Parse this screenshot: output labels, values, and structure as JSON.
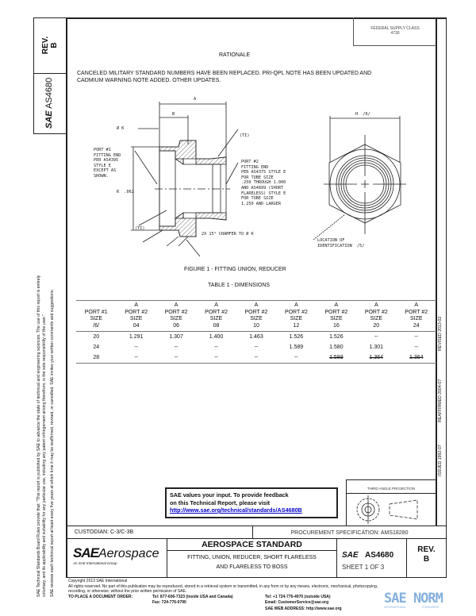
{
  "side_tab": {
    "rev_label": "REV.",
    "rev_value": "B",
    "logo": "SAE",
    "doc_number": "AS4680"
  },
  "supply_class": {
    "label": "FEDERAL SUPPLY CLASS",
    "value": "4730"
  },
  "rationale": {
    "heading": "RATIONALE",
    "text_line1": "CANCELED MILITARY STANDARD NUMBERS HAVE BEEN REPLACED.  PRI-QPL NOTE HAS BEEN UPDATED AND",
    "text_line2": "CADMIUM WARNING NOTE ADDED.  OTHER UPDATES."
  },
  "figure": {
    "caption": "FIGURE 1 - FITTING UNION, REDUCER",
    "dim_a": "A",
    "dim_b": "B",
    "dim_h": "H  /6/",
    "dia_k": "Ø K",
    "r_label": "R  .062",
    "ti_label_1": "(TI)",
    "ti_label_2": "(TI)",
    "port1_note": "PORT #1\nFITTING END\nPER AS4395\nSTYLE E\nEXCEPT AS\nSHOWN.",
    "port2_note": "PORT #2\nFITTING END\nPER AS4375 STYLE E\nFOR TUBE SIZE\n.250 THROUGH 1.000\nAND AS4899 (SHORT\nFLARELESS) STYLE E\nFOR TUBE SIZE\n1.250 AND LARGER",
    "chamfer_note": "2X 15° CHAMFER TO Ø K",
    "id_note": "LOCATION OF\nIDENTIFICATION  /5/"
  },
  "table": {
    "title": "TABLE 1 - DIMENSIONS",
    "headers": [
      [
        "",
        "PORT #1",
        "SIZE",
        "/6/"
      ],
      [
        "A",
        "PORT #2",
        "SIZE",
        "04"
      ],
      [
        "A",
        "PORT #2",
        "SIZE",
        "06"
      ],
      [
        "A",
        "PORT #2",
        "SIZE",
        "08"
      ],
      [
        "A",
        "PORT #2",
        "SIZE",
        "10"
      ],
      [
        "A",
        "PORT #2",
        "SIZE",
        "12"
      ],
      [
        "A",
        "PORT #2",
        "SIZE",
        "16"
      ],
      [
        "A",
        "PORT #2",
        "SIZE",
        "20"
      ],
      [
        "A",
        "PORT #2",
        "SIZE",
        "24"
      ]
    ],
    "rows": [
      [
        "20",
        "1.291",
        "1.307",
        "1.400",
        "1.463",
        "1.526",
        "1.526",
        "--",
        "--"
      ],
      [
        "24",
        "--",
        "--",
        "--",
        "--",
        "1.589",
        "1.580",
        "1.301",
        "--"
      ],
      [
        "28",
        "--",
        "--",
        "--",
        "--",
        "--",
        "1.589",
        "1.364",
        "1.364"
      ]
    ]
  },
  "right_margin": {
    "issued": "ISSUED 1992-07",
    "reaffirmed": "REAFFIRMED 2004-07",
    "revised": "REVISED 2013-02"
  },
  "left_margin": {
    "line1": "SAE Technical Standards Board Rules provide that: \"This report is published by SAE to advance the state of technical and engineering sciences. The use of this report is entirely",
    "line2": "voluntary, and its applicability and suitability for any particular use, including any patent infringement arising therefrom, is the sole responsibility of the user.\"",
    "line3": "SAE reviews each technical report at least every five years at which time it may be reaffirmed, revised, or cancelled. SAE invites your written comments and suggestions."
  },
  "feedback": {
    "line1": "SAE values your input. To provide feedback",
    "line2": "on this Technical Report, please visit",
    "link": "http://www.sae.org/technical/standards/AS4680B",
    "link_color": "#0000cc"
  },
  "projection": {
    "label": "THIRD ANGLE PROJECTION"
  },
  "title_block": {
    "custodian": "CUSTODIAN:  C-3/C-3B",
    "procurement": "PROCUREMENT SPECIFICATION:  AMS18280",
    "logo_sae": "SAE",
    "logo_word": "Aerospace",
    "logo_sub": "An SAE International Group",
    "standard_type": "AEROSPACE STANDARD",
    "title_line1": "FITTING, UNION, REDUCER, SHORT FLARELESS",
    "title_line2": "AND FLARELESS TO BOSS",
    "doc_logo": "SAE",
    "doc_number": "AS4680",
    "sheet": "SHEET 1 OF 3",
    "rev_label": "REV.",
    "rev_value": "B"
  },
  "footer": {
    "copyright": "Copyright 2013 SAE International",
    "rights1": "All rights reserved. No part of this publication may be reproduced, stored in a retrieval system or transmitted, in any form or by any means, electronic, mechanical, photocopying,",
    "rights2": "recording, or otherwise, without the prior written permission of SAE.",
    "order_label": "TO PLACE A DOCUMENT ORDER:",
    "tel_usa": "Tel:  877-606-7323 (inside USA and Canada)",
    "fax": "Fax:  724-776-0790",
    "tel_intl": "Tel:  +1 724-776-4970 (outside USA)",
    "email": "Email:  CustomerService@sae.org",
    "web": "SAE WEB ADDRESS:  http://www.sae.org"
  },
  "watermark": {
    "text": "SAE NORM",
    "sub1": "INTERNATIONAL",
    "sub2": "STANDARDS",
    "color": "#6fa3d8"
  }
}
